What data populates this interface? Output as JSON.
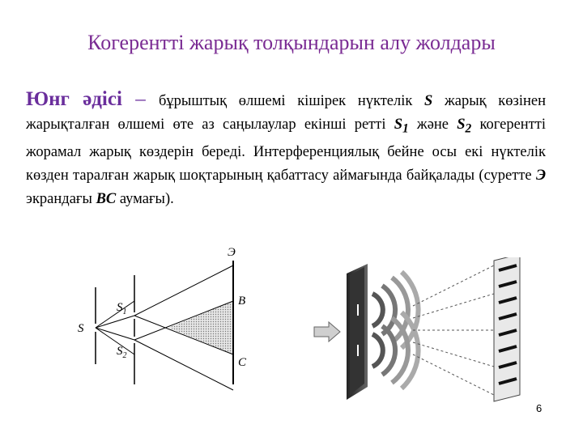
{
  "header": {
    "title": "Когерентті жарық толқындарын алу жолдары"
  },
  "content": {
    "lead_term": "Юнг әдісі",
    "lead_dash": " – ",
    "t1": "бұрыштық өлшемі кішірек нүктелік ",
    "s": "S",
    "t2": " жарық көзінен жарықталған өлшемі өте аз саңылаулар екінші ретті ",
    "s1_base": "S",
    "s1_sub": "1",
    "t3": " және ",
    "s2_base": "S",
    "s2_sub": "2",
    "t4": " когерентті жорамал жарық көздерін береді. Интерференциялық бейне осы екі нүктелік көзден таралған жарық шоқтарының қабаттасу аймағында байқалады (суретте ",
    "screen_letter": "Э",
    "t5": " экрандағы ",
    "bc": "BC",
    "t6": " аумағы)."
  },
  "figure": {
    "labels": {
      "screen": "Э",
      "source": "S",
      "slit1_base": "S",
      "slit1_sub": "1",
      "slit2_base": "S",
      "slit2_sub": "2",
      "point_b": "B",
      "point_c": "C"
    }
  },
  "footer": {
    "page_number": "6"
  }
}
